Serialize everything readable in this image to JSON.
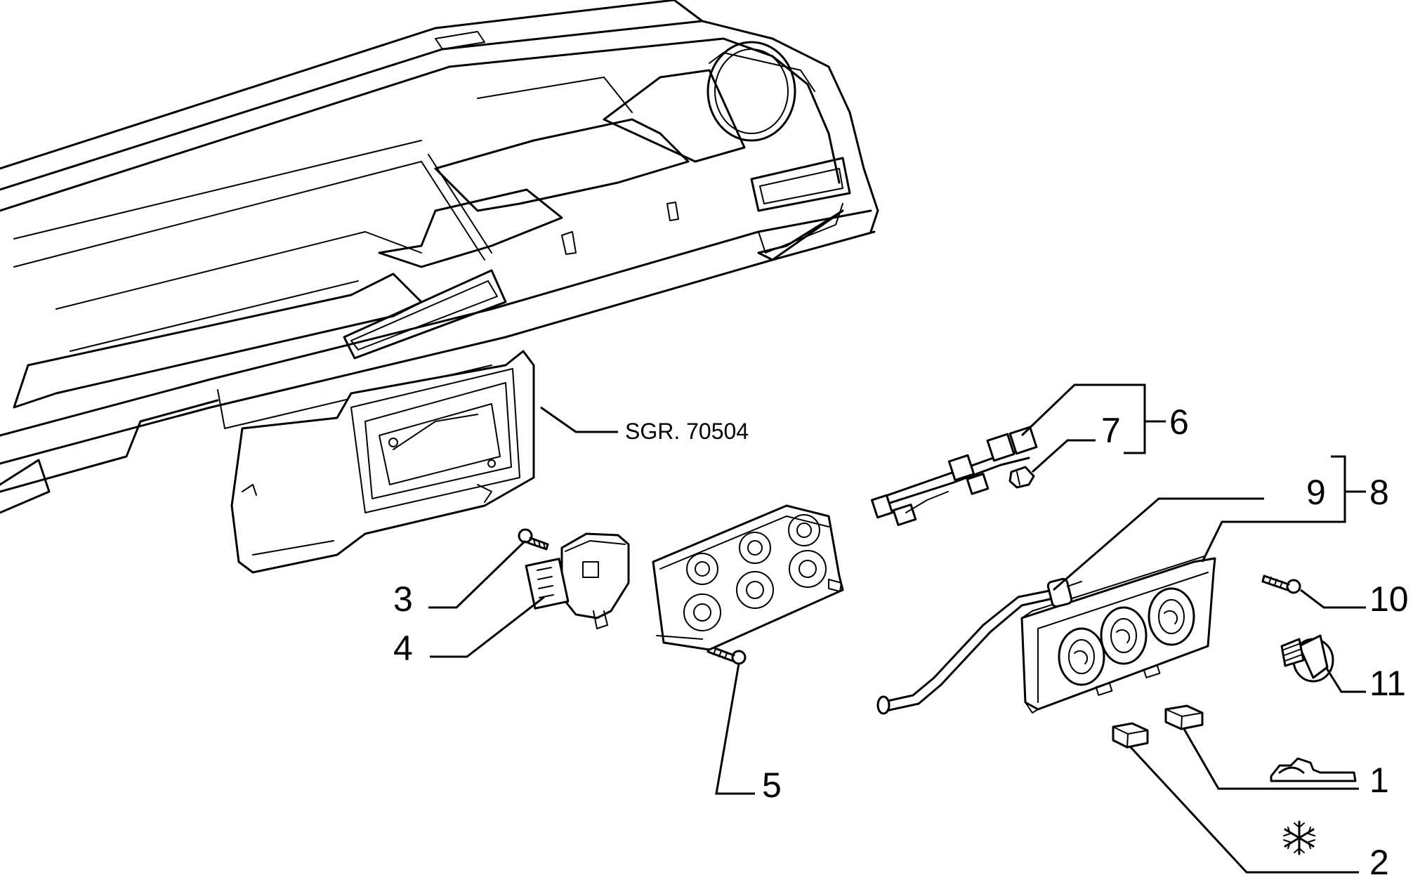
{
  "diagram": {
    "reference_label": "SGR. 70504",
    "callouts": [
      {
        "id": "1",
        "text": "1"
      },
      {
        "id": "2",
        "text": "2"
      },
      {
        "id": "3",
        "text": "3"
      },
      {
        "id": "4",
        "text": "4"
      },
      {
        "id": "5",
        "text": "5"
      },
      {
        "id": "6",
        "text": "6"
      },
      {
        "id": "7",
        "text": "7"
      },
      {
        "id": "8",
        "text": "8"
      },
      {
        "id": "9",
        "text": "9"
      },
      {
        "id": "10",
        "text": "10"
      },
      {
        "id": "11",
        "text": "11"
      }
    ],
    "symbols": [
      {
        "name": "car-recirculation-icon",
        "callout": "1"
      },
      {
        "name": "snowflake-icon",
        "callout": "2"
      }
    ]
  }
}
